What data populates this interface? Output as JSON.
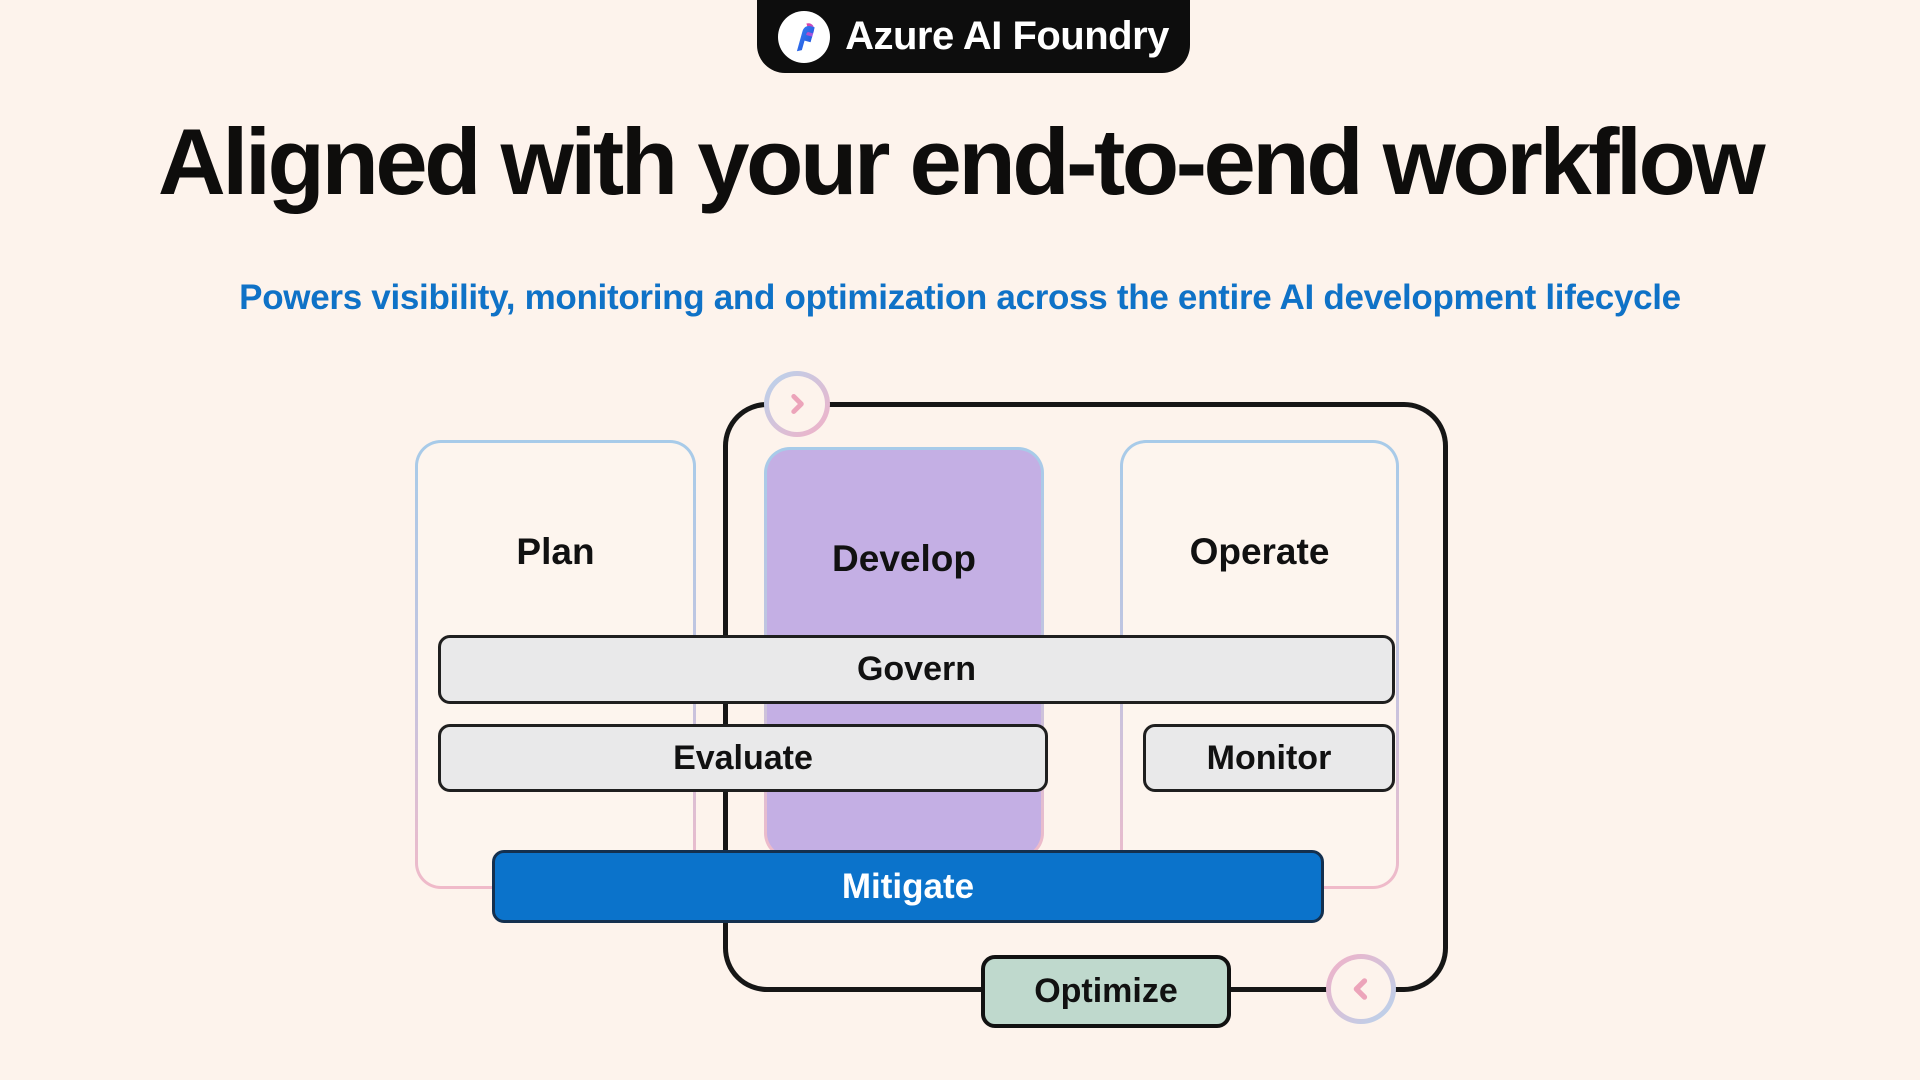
{
  "badge": {
    "label": "Azure AI Foundry",
    "logo_icon": "azure-ai-foundry-logo"
  },
  "header": {
    "title": "Aligned with your end-to-end workflow",
    "subtitle": "Powers visibility, monitoring and optimization across the entire AI development lifecycle"
  },
  "diagram": {
    "columns": [
      {
        "id": "plan",
        "label": "Plan",
        "highlighted": false
      },
      {
        "id": "develop",
        "label": "Develop",
        "highlighted": true
      },
      {
        "id": "operate",
        "label": "Operate",
        "highlighted": false
      }
    ],
    "bars": {
      "govern": "Govern",
      "evaluate": "Evaluate",
      "monitor": "Monitor",
      "mitigate": "Mitigate",
      "optimize": "Optimize"
    },
    "nav": {
      "forward_icon": "chevron-right-icon",
      "back_icon": "chevron-left-icon"
    }
  },
  "colors": {
    "background": "#fdf3ec",
    "badge_bg": "#0d0d0d",
    "title_text": "#0e0d0c",
    "subtitle_text": "#0f72c7",
    "develop_fill": "#c4afe4",
    "bar_gray": "#e9e9ea",
    "mitigate_blue": "#0b73cb",
    "optimize_green": "#bfd9cd",
    "column_border_blue": "#a7cbe9",
    "column_border_pink": "#f0bac9",
    "outline_black": "#161616",
    "chevron_pink": "#eca4ba"
  }
}
